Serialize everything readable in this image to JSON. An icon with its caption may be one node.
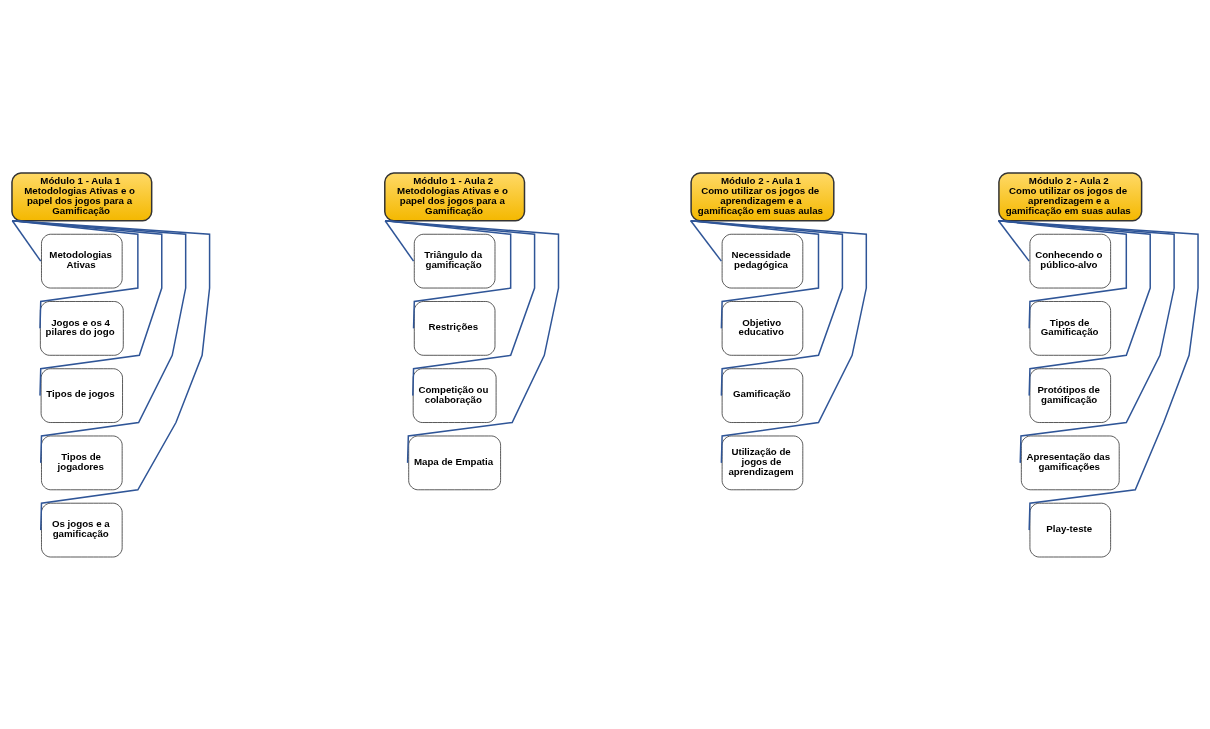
{
  "diagram": {
    "nodes": [
      {
        "text": [
          "Módulo 1 - Aula 1",
          "Metodologias Ativas e o papel dos jogos para a Gamificação"
        ]
      },
      {
        "text": [
          "Metodologias Ativas"
        ]
      },
      {
        "text": [
          "Jogos e os 4 pilares do jogo"
        ]
      },
      {
        "text": [
          "Tipos de jogos"
        ]
      },
      {
        "text": [
          "Tipos de jogadores"
        ]
      },
      {
        "text": [
          "Os jogos e a gamificação"
        ]
      },
      {
        "text": [
          "Módulo 1 - Aula 2",
          "Metodologias Ativas e o papel dos jogos para a Gamificação"
        ]
      },
      {
        "text": [
          "Triângulo da gamificação"
        ]
      },
      {
        "text": [
          "Restrições"
        ]
      },
      {
        "text": [
          "Competição ou colaboração"
        ]
      },
      {
        "text": [
          "Mapa de Empatia"
        ]
      },
      {
        "text": [
          "Módulo 2 - Aula 1",
          "Como utilizar os jogos de aprendizagem e a gamificação em suas aulas"
        ]
      },
      {
        "text": [
          "Necessidade pedagógica"
        ]
      },
      {
        "text": [
          "Objetivo educativo"
        ]
      },
      {
        "text": [
          "Gamificação"
        ]
      },
      {
        "text": [
          "Utilização de jogos de aprendizagem"
        ]
      },
      {
        "text": [
          "Módulo 2 - Aula 2",
          "Como utilizar os jogos de aprendizagem e a gamificação em suas aulas"
        ]
      },
      {
        "text": [
          "Conhecendo o público-alvo"
        ]
      },
      {
        "text": [
          "Tipos de Gamificação"
        ]
      },
      {
        "text": [
          "Protótipos de gamificação"
        ]
      },
      {
        "text": [
          "Apresentação das gamificações"
        ]
      },
      {
        "text": [
          "Play-teste"
        ]
      }
    ],
    "edges": [
      {
        "from": 0,
        "to": 1,
        "arrow": "none"
      },
      {
        "from": 0,
        "to": 2,
        "arrow": "none"
      },
      {
        "from": 0,
        "to": 3,
        "arrow": "none"
      },
      {
        "from": 0,
        "to": 4,
        "arrow": "none"
      },
      {
        "from": 0,
        "to": 5,
        "arrow": "none"
      },
      {
        "from": 6,
        "to": 7,
        "arrow": "none"
      },
      {
        "from": 6,
        "to": 8,
        "arrow": "none"
      },
      {
        "from": 6,
        "to": 9,
        "arrow": "none"
      },
      {
        "from": 6,
        "to": 10,
        "arrow": "none"
      },
      {
        "from": 11,
        "to": 12,
        "arrow": "none"
      },
      {
        "from": 11,
        "to": 13,
        "arrow": "none"
      },
      {
        "from": 11,
        "to": 14,
        "arrow": "none"
      },
      {
        "from": 11,
        "to": 15,
        "arrow": "none"
      },
      {
        "from": 16,
        "to": 17,
        "arrow": "none"
      },
      {
        "from": 16,
        "to": 18,
        "arrow": "none"
      },
      {
        "from": 16,
        "to": 19,
        "arrow": "none"
      },
      {
        "from": 16,
        "to": 20,
        "arrow": "none"
      },
      {
        "from": 16,
        "to": 21,
        "arrow": "none"
      }
    ]
  }
}
